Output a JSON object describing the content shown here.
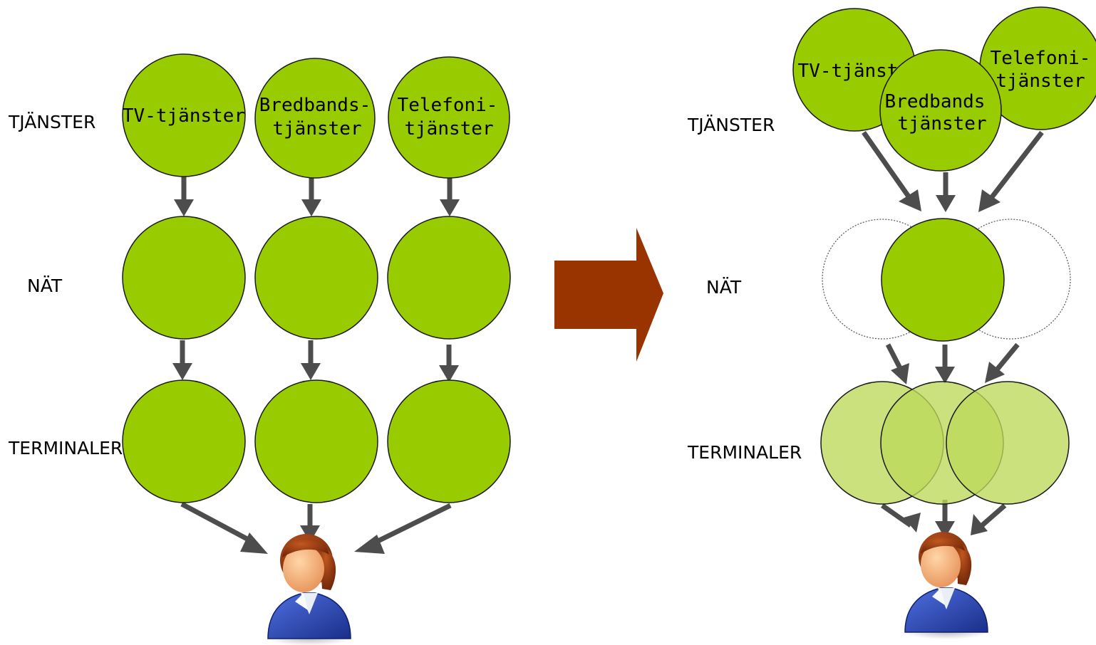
{
  "left": {
    "row_labels": {
      "services": "TJÄNSTER",
      "network": "NÄT",
      "terminals": "TERMINALER"
    },
    "services": [
      {
        "line1": "TV-tjänster",
        "line2": ""
      },
      {
        "line1": "Bredbands-",
        "line2": "tjänster"
      },
      {
        "line1": "Telefoni-",
        "line2": "tjänster"
      }
    ]
  },
  "right": {
    "row_labels": {
      "services": "TJÄNSTER",
      "network": "NÄT",
      "terminals": "TERMINALER"
    },
    "services": [
      {
        "line1": "TV-tjänst",
        "line2": ""
      },
      {
        "line1": "Bredbands",
        "line2": "tjänster"
      },
      {
        "line1": "Telefoni-",
        "line2": "tjänster"
      }
    ]
  },
  "colors": {
    "node_green": "#99cc00",
    "node_light_green": "#bdd95a",
    "arrow_gray": "#4d4d4d",
    "transition_arrow": "#993300",
    "user_jacket": "#2a49b8",
    "user_hair": "#9a3b12",
    "user_skin": "#f2b07a"
  },
  "icons": {
    "transition": "big-right-arrow-icon",
    "user": "user-person-icon"
  }
}
